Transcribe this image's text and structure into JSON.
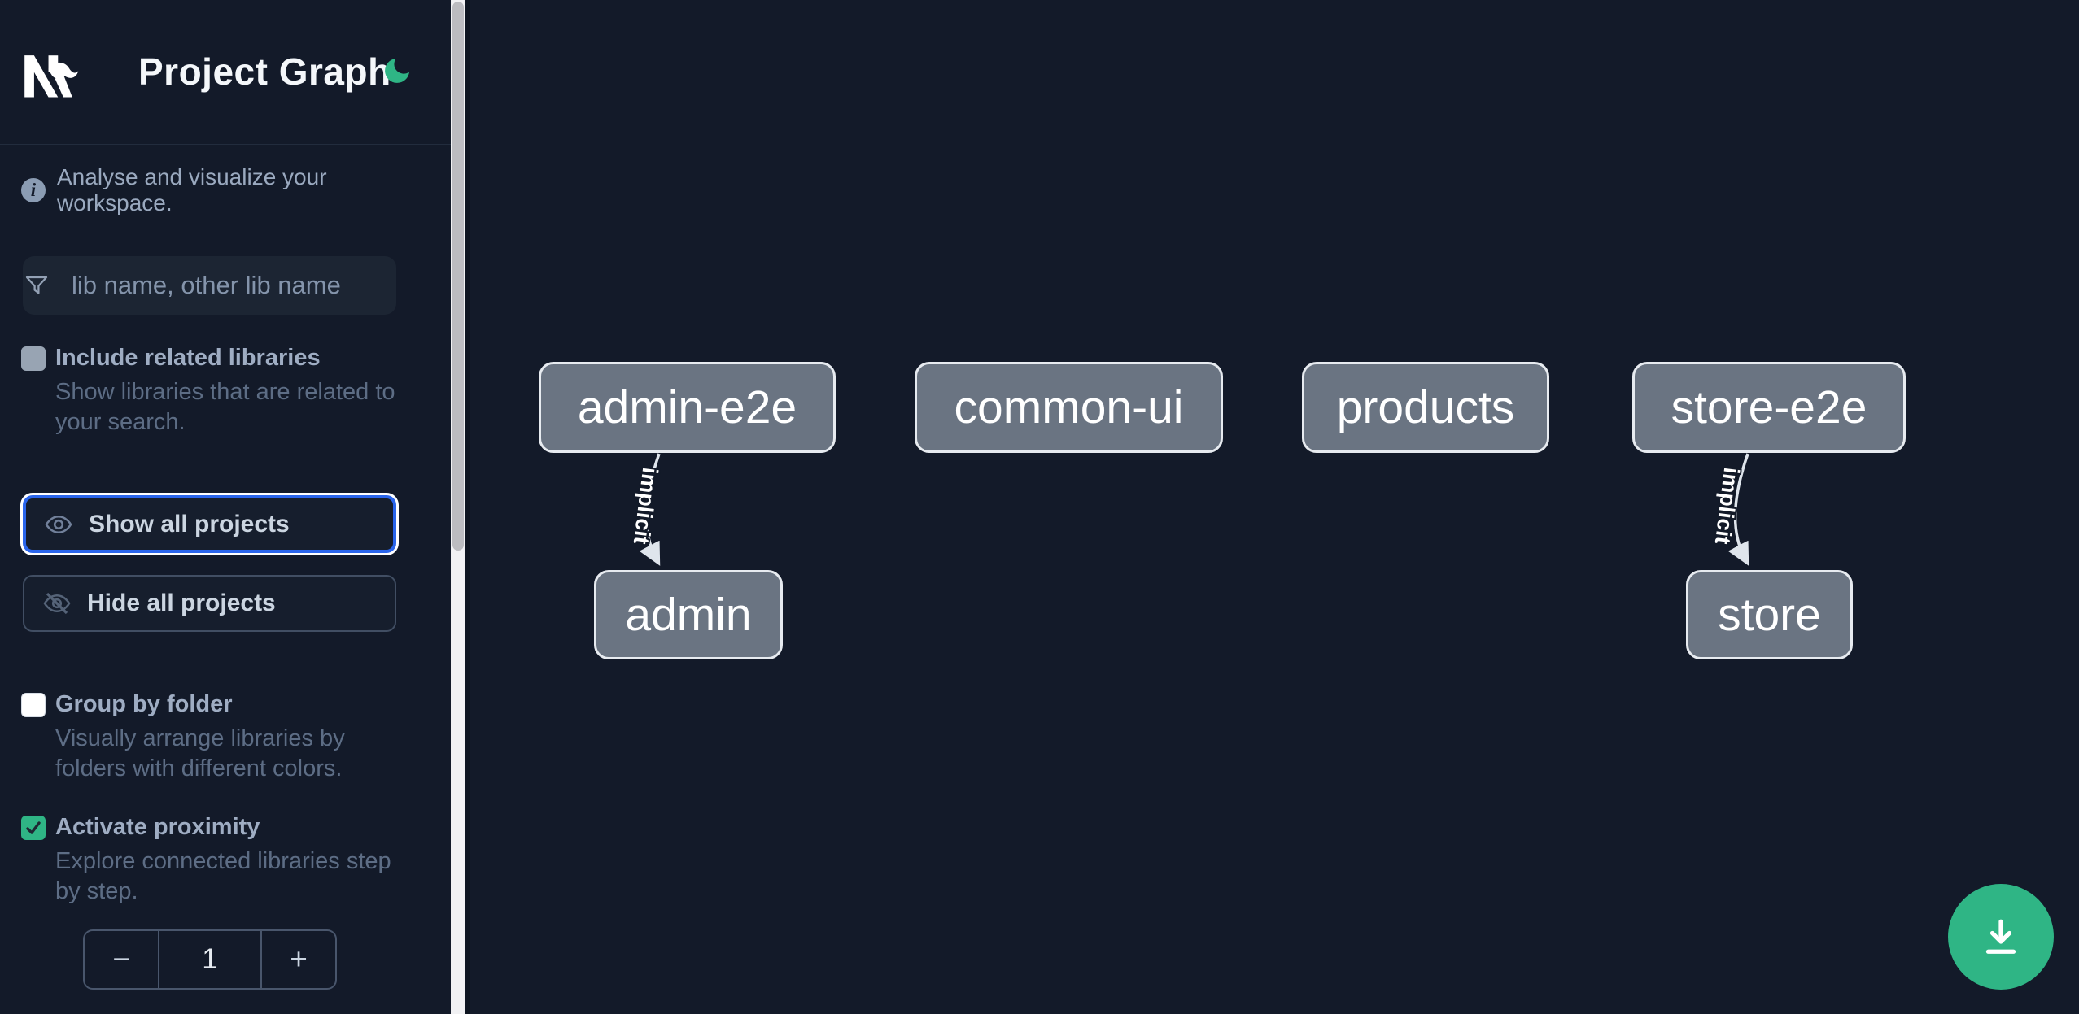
{
  "header": {
    "title": "Project Graph"
  },
  "sidebar": {
    "info_text": "Analyse and visualize your workspace.",
    "search": {
      "placeholder": "lib name, other lib name"
    },
    "include_related": {
      "label": "Include related libraries",
      "description": "Show libraries that are related to your search.",
      "checked": false
    },
    "show_all": {
      "label": "Show all projects",
      "focused": true
    },
    "hide_all": {
      "label": "Hide all projects"
    },
    "group_by_folder": {
      "label": "Group by folder",
      "description": "Visually arrange libraries by folders with different colors.",
      "checked": false
    },
    "activate_proximity": {
      "label": "Activate proximity",
      "description": "Explore connected libraries step by step.",
      "checked": true
    },
    "proximity_stepper": {
      "decrement": "−",
      "value": "1",
      "increment": "+"
    }
  },
  "icons": {
    "info_glyph": "i"
  },
  "graph": {
    "nodes": [
      {
        "label": "admin-e2e"
      },
      {
        "label": "common-ui"
      },
      {
        "label": "products"
      },
      {
        "label": "store-e2e"
      },
      {
        "label": "admin"
      },
      {
        "label": "store"
      }
    ],
    "edges": [
      {
        "source": "admin-e2e",
        "target": "admin",
        "label": "implicit"
      },
      {
        "source": "store-e2e",
        "target": "store",
        "label": "implicit"
      }
    ]
  },
  "colors": {
    "accent_green": "#2fb585",
    "focus_blue": "#2a65ec",
    "node_fill": "#6a7482",
    "background": "#131a29"
  }
}
